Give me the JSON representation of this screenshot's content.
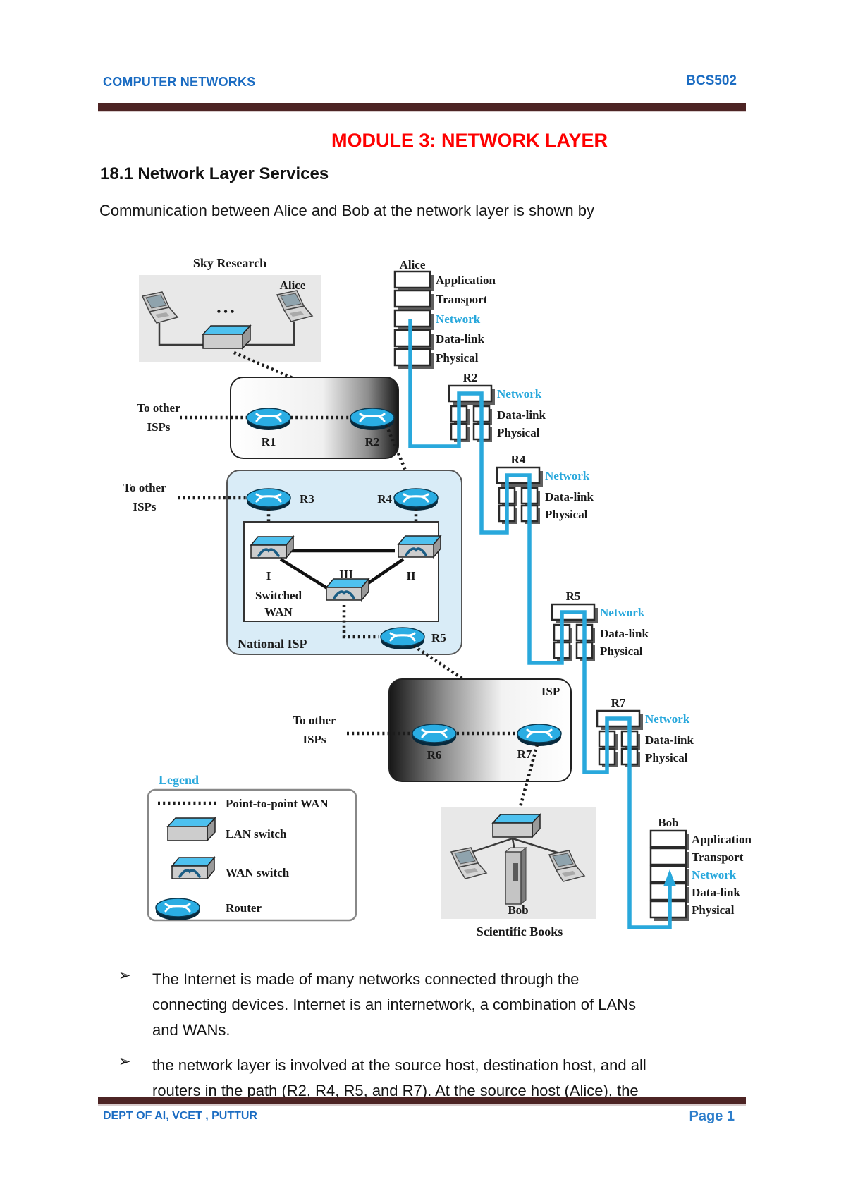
{
  "header": {
    "left": "COMPUTER NETWORKS",
    "right": "BCS502",
    "rule_color": "#4d2424",
    "text_color": "#1b6cc2"
  },
  "title": {
    "text": "MODULE 3: NETWORK LAYER",
    "color": "#fe0000"
  },
  "section": {
    "heading": "18.1 Network Layer Services",
    "intro": "Communication between Alice and Bob at the network layer is shown by"
  },
  "figure": {
    "sky": {
      "title": "Sky Research",
      "host": "Alice",
      "dots": "• • •"
    },
    "to_other": "To other",
    "isps": "ISPs",
    "routers": {
      "r1": "R1",
      "r2": "R2",
      "r3": "R3",
      "r4": "R4",
      "r5": "R5",
      "r6": "R6",
      "r7": "R7"
    },
    "wan_switches": {
      "i": "I",
      "ii": "II",
      "iii": "III"
    },
    "switched_wan_line1": "Switched",
    "switched_wan_line2": "WAN",
    "national_isp": "National ISP",
    "isp": "ISP",
    "sci": {
      "host": "Bob",
      "title": "Scientific Books"
    },
    "stacks": {
      "alice": {
        "title": "Alice",
        "layers": [
          "Application",
          "Transport",
          "Network",
          "Data-link",
          "Physical"
        ]
      },
      "r2": {
        "title": "R2",
        "layers": [
          "Network",
          "Data-link",
          "Physical"
        ]
      },
      "r4": {
        "title": "R4",
        "layers": [
          "Network",
          "Data-link",
          "Physical"
        ]
      },
      "r5": {
        "title": "R5",
        "layers": [
          "Network",
          "Data-link",
          "Physical"
        ]
      },
      "r7": {
        "title": "R7",
        "layers": [
          "Network",
          "Data-link",
          "Physical"
        ]
      },
      "bob": {
        "title": "Bob",
        "layers": [
          "Application",
          "Transport",
          "Network",
          "Data-link",
          "Physical"
        ]
      }
    },
    "legend": {
      "title": "Legend",
      "items": [
        "Point-to-point WAN",
        "LAN switch",
        "WAN switch",
        "Router"
      ]
    },
    "colors": {
      "flow": "#29a8dc",
      "network_label": "#29a8dc",
      "router_fill": "#2aade3",
      "lan_bg": "#e8e8e8",
      "national_isp_bg": "#d9ecf7"
    }
  },
  "bullets": [
    {
      "marker": "➢",
      "lines": [
        "The Internet is made of many networks connected through the",
        "connecting devices. Internet is an internetwork, a combination of LANs",
        "and WANs."
      ]
    },
    {
      "marker": "➢",
      "lines": [
        "the network layer is involved at the source host, destination host, and all",
        "routers in the path (R2, R4, R5, and R7). At the source host (Alice), the"
      ]
    }
  ],
  "footer": {
    "left": "DEPT OF AI, VCET , PUTTUR",
    "right": "Page 1"
  }
}
